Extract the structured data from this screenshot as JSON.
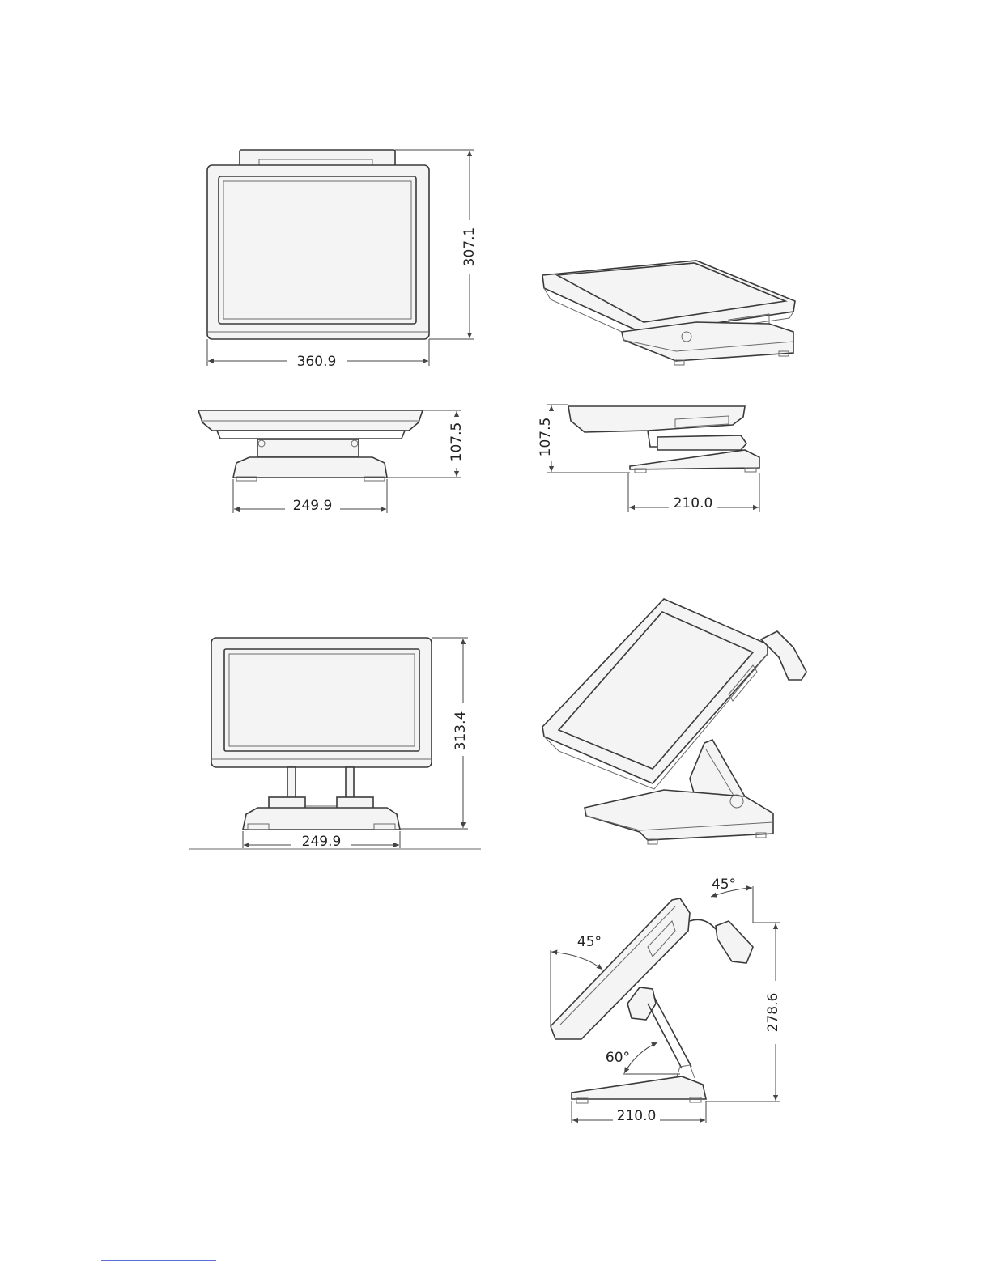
{
  "dimensions": {
    "front_height": "307.1",
    "front_width": "360.9",
    "bottom_depth": "107.5",
    "bottom_base_width": "249.9",
    "side_depth": "107.5",
    "side_base_depth": "210.0",
    "stand_height": "313.4",
    "stand_base_width": "249.9",
    "tilt_top_angle": "45°",
    "tilt_display_angle": "45°",
    "tilt_stand_angle": "60°",
    "tilt_height": "278.6",
    "tilt_base_depth": "210.0"
  },
  "colors": {
    "line": "#3a3a3a",
    "footer_rule": "#5b6fd6"
  }
}
